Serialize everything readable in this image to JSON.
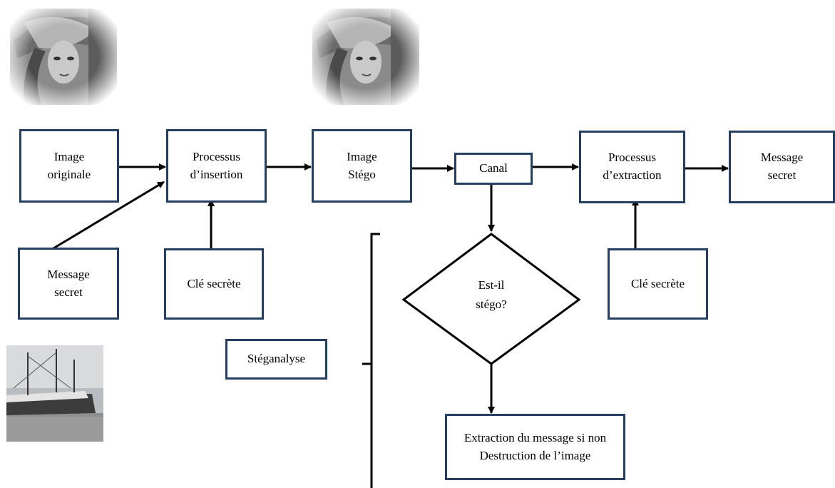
{
  "nodes": {
    "image_originale": [
      "Image",
      "originale"
    ],
    "processus_insertion": [
      "Processus",
      "d’insertion"
    ],
    "image_stego": [
      "Image",
      "Stégo"
    ],
    "canal": "Canal",
    "processus_extraction": [
      "Processus",
      "d’extraction"
    ],
    "message_secret_out": [
      "Message",
      "secret"
    ],
    "message_secret_in": [
      "Message",
      "secret"
    ],
    "cle_secrete_left": "Clé secrète",
    "cle_secrete_right": "Clé secrète",
    "steganalyse": "Stéganalyse",
    "decision": [
      "Est-il",
      "stégo?"
    ],
    "action": [
      "Extraction du message si non",
      "Destruction de  l’image"
    ]
  },
  "images": [
    "grayscale-portrait-photo",
    "grayscale-portrait-photo-stego",
    "grayscale-boat-photo"
  ],
  "colors": {
    "box_border": "#243f60",
    "arrows": "#000000"
  }
}
